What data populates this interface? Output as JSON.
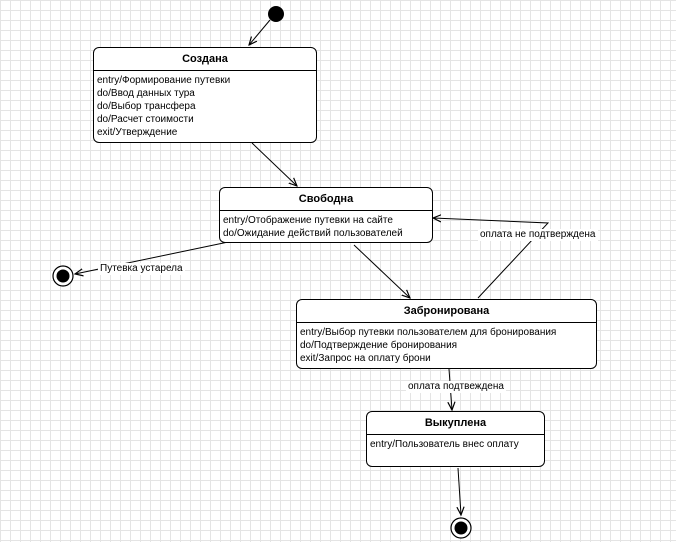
{
  "states": {
    "created": {
      "name": "Создана",
      "activities": [
        "entry/Формирование путевки",
        "do/Ввод данных тура",
        "do/Выбор трансфера",
        "do/Расчет стоимости",
        "exit/Утверждение"
      ]
    },
    "free": {
      "name": "Свободна",
      "activities": [
        "entry/Отображение путевки на сайте",
        "do/Ожидание действий пользователей"
      ]
    },
    "booked": {
      "name": "Забронирована",
      "activities": [
        "entry/Выбор путевки пользователем для бронирования",
        "do/Подтверждение бронирования",
        "exit/Запрос на оплату брони"
      ]
    },
    "purchased": {
      "name": "Выкуплена",
      "activities": [
        "entry/Пользователь внес оплату"
      ]
    }
  },
  "transitions": {
    "expired": "Путевка устарела",
    "payment_not_confirmed": "оплата не подтверждена",
    "payment_confirmed": "оплата подтвеждена"
  }
}
